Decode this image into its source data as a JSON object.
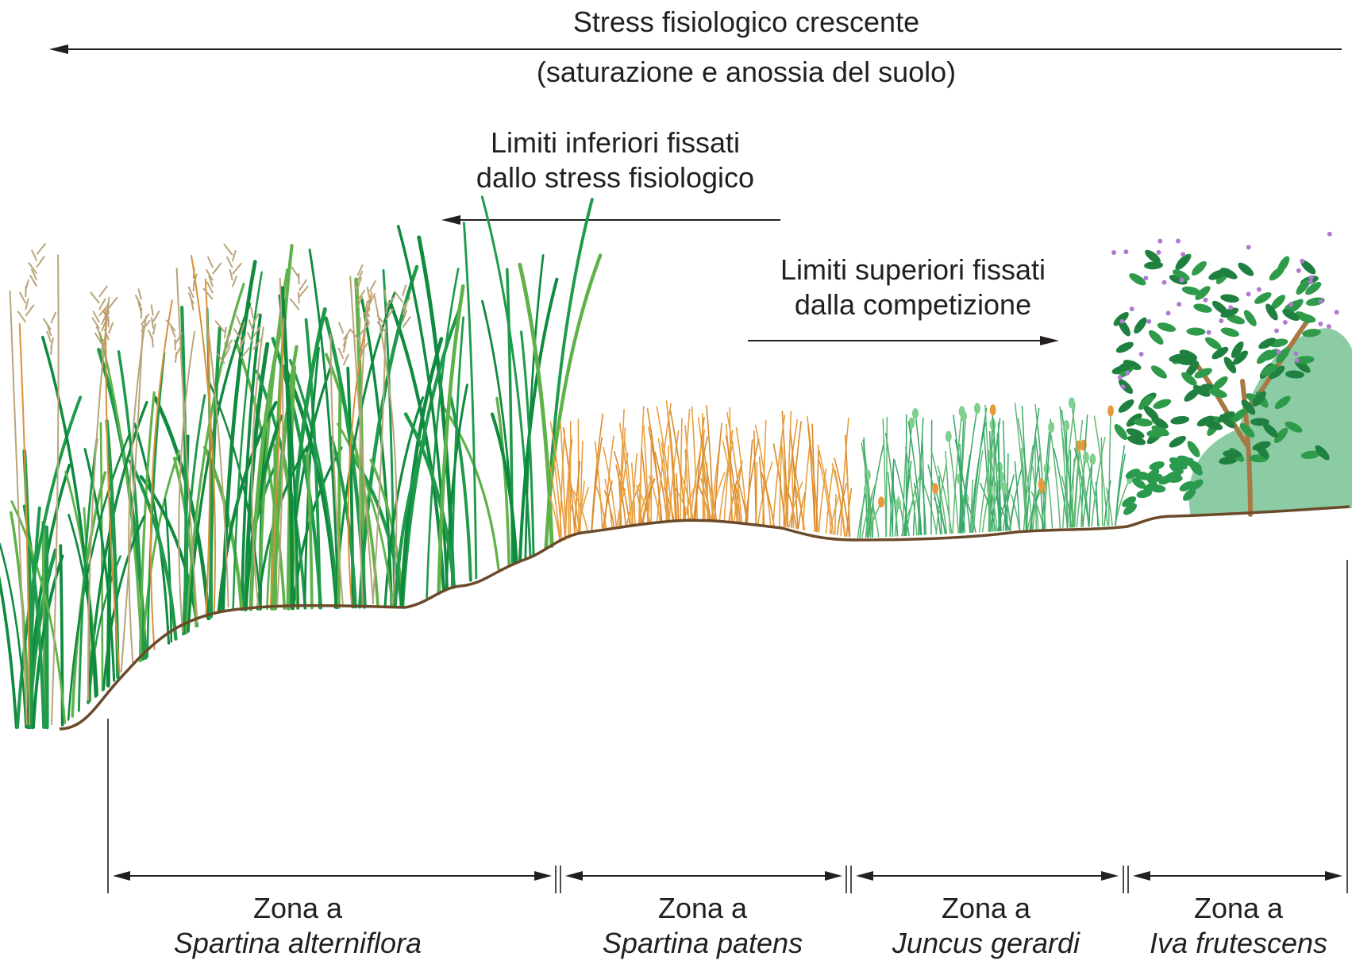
{
  "top_arrow": {
    "line1": "Stress fisiologico crescente",
    "line2": "(saturazione e anossia del suolo)"
  },
  "lower_limits": {
    "line1": "Limiti inferiori fissati",
    "line2": "dallo stress fisiologico"
  },
  "upper_limits": {
    "line1": "Limiti superiori fissati",
    "line2": "dalla competizione"
  },
  "zones": [
    {
      "prefix": "Zona a",
      "species": "Spartina alterniflora"
    },
    {
      "prefix": "Zona a",
      "species": "Spartina patens"
    },
    {
      "prefix": "Zona a",
      "species": "Juncus gerardi"
    },
    {
      "prefix": "Zona a",
      "species": "Iva frutescens"
    }
  ],
  "colors": {
    "ground": "#6b4a2a",
    "spartina_alterniflora": "#1e9a4a",
    "seed_heads": "#b8a57a",
    "spartina_patens": "#e8a040",
    "juncus": "#3aa86a",
    "iva_leaves": "#2f9a4a",
    "iva_flowers": "#b07ad0",
    "iva_background": "#7fc79a",
    "lines": "#231f20"
  }
}
